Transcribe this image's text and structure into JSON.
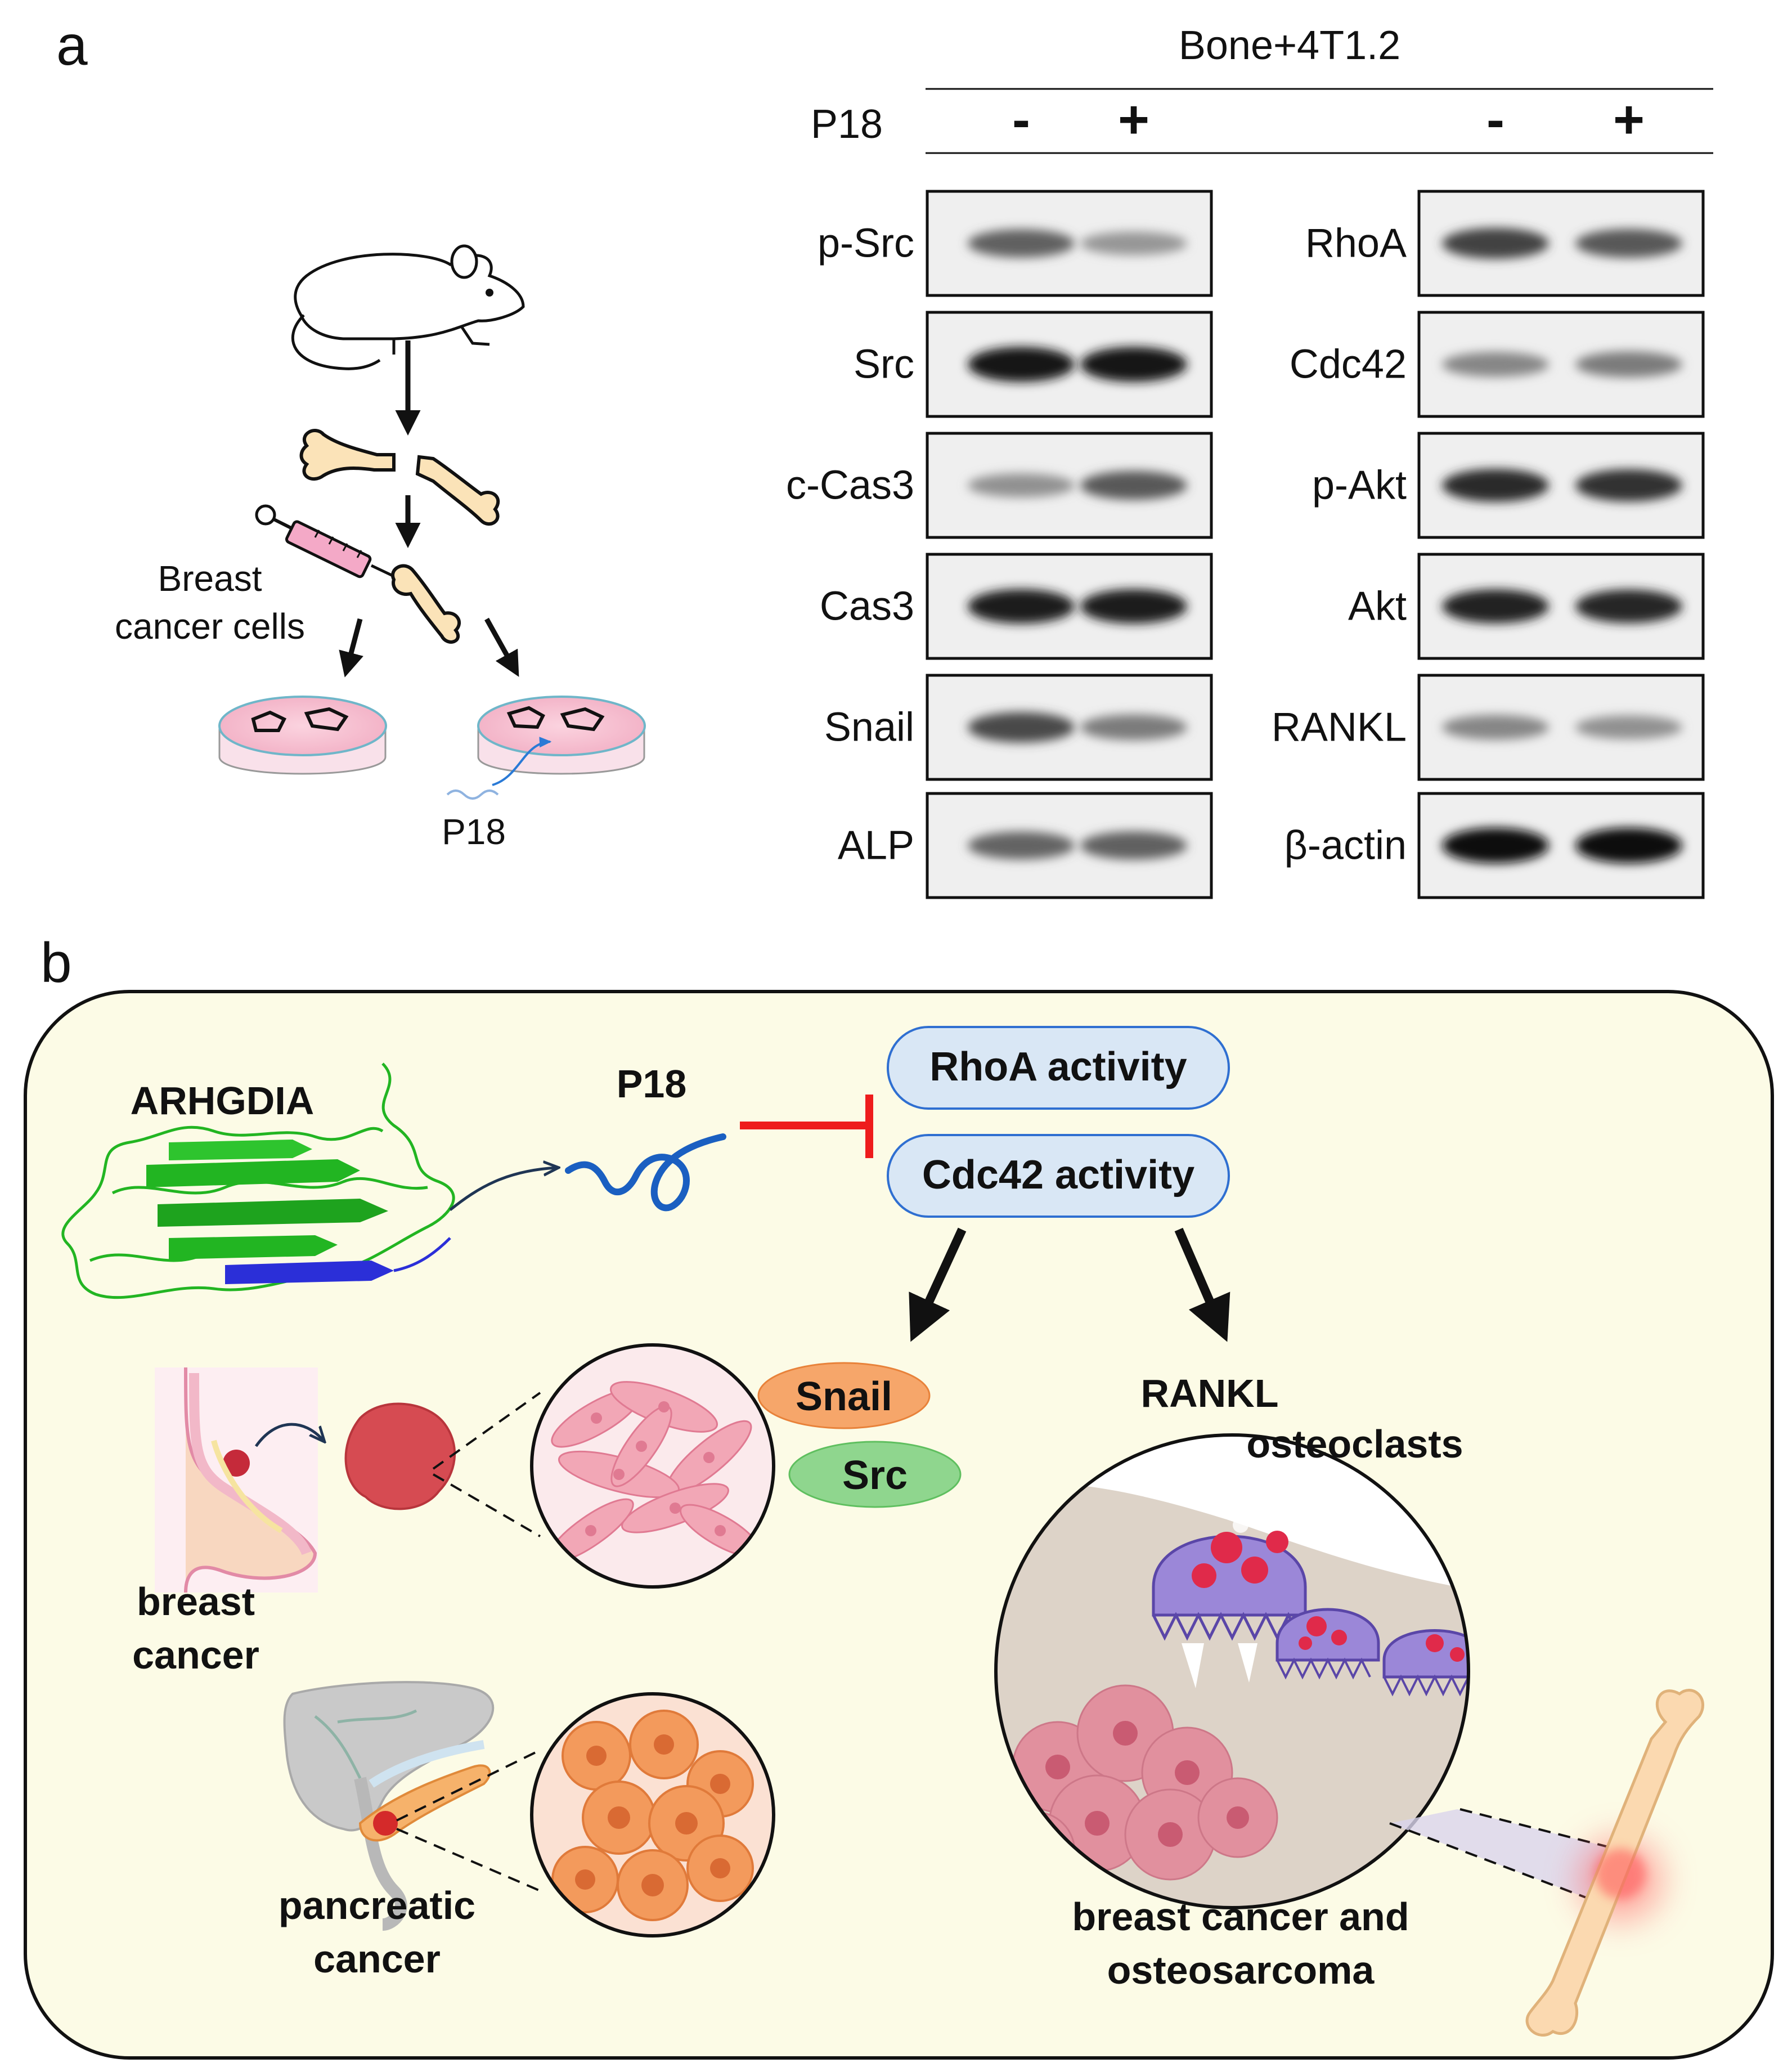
{
  "panel_a": {
    "label": "a",
    "condition": "Bone+4T1.2",
    "treatment_label": "P18",
    "lanes": [
      "-",
      "+",
      "-",
      "+"
    ],
    "schematic": {
      "cells_label_line1": "Breast",
      "cells_label_line2": "cancer cells",
      "peptide_label": "P18"
    },
    "blots_left": [
      {
        "label": "p-Src",
        "intensity": [
          0.62,
          0.38
        ]
      },
      {
        "label": "Src",
        "intensity": [
          0.95,
          0.95
        ]
      },
      {
        "label": "c-Cas3",
        "intensity": [
          0.4,
          0.65
        ]
      },
      {
        "label": "Cas3",
        "intensity": [
          0.92,
          0.92
        ]
      },
      {
        "label": "Snail",
        "intensity": [
          0.72,
          0.5
        ]
      },
      {
        "label": "ALP",
        "intensity": [
          0.6,
          0.62
        ]
      }
    ],
    "blots_right": [
      {
        "label": "RhoA",
        "intensity": [
          0.75,
          0.65
        ]
      },
      {
        "label": "Cdc42",
        "intensity": [
          0.45,
          0.5
        ]
      },
      {
        "label": "p-Akt",
        "intensity": [
          0.85,
          0.82
        ]
      },
      {
        "label": "Akt",
        "intensity": [
          0.9,
          0.88
        ]
      },
      {
        "label": "RANKL",
        "intensity": [
          0.45,
          0.4
        ]
      },
      {
        "label": "β-actin",
        "intensity": [
          0.98,
          0.98
        ]
      }
    ]
  },
  "panel_b": {
    "label": "b",
    "protein": "ARHGDIA",
    "peptide": "P18",
    "target1": "RhoA activity",
    "target2": "Cdc42 activity",
    "effector1": "Snail",
    "effector2": "Src",
    "rankl": "RANKL",
    "osteoclasts": "osteoclasts",
    "breast_line1": "breast",
    "breast_line2": "cancer",
    "pancreatic_line1": "pancreatic",
    "pancreatic_line2": "cancer",
    "bone_line1": "breast cancer and",
    "bone_line2": "osteosarcoma"
  },
  "colors": {
    "box_bg": "#fcfbe6",
    "pill_blue": "#d9e7f5",
    "pill_blue_border": "#2f6fd1",
    "snail": "#f6a66a",
    "src": "#8fd68e",
    "inhibit": "#ee1c1c",
    "osteoclast": "#9b87d8",
    "ribbon": "#22b522"
  }
}
